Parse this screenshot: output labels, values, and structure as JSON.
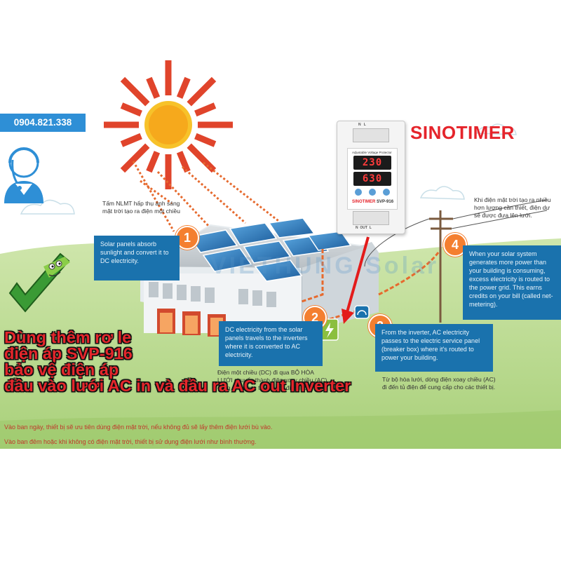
{
  "contact": {
    "phone": "0904.821.338"
  },
  "brand": {
    "name": "SINOTIMER"
  },
  "device": {
    "title": "Adjustable Voltage Protector",
    "brand_label": "SINOTIMER",
    "model": "SVP-916",
    "display_top": "230",
    "display_bottom": "630",
    "label_in": "N   L",
    "label_out": "N  OUT  L"
  },
  "watermark": "VIETHUNG Solar",
  "sun_caption": "Tấm NLMT hấp thụ ánh sáng mặt trời tạo ra điện một chiều",
  "steps": [
    {
      "number": "1",
      "text": "Solar panels absorb sunlight and convert it to DC electricity."
    },
    {
      "number": "2",
      "text": "DC electricity from the solar panels travels to the inverters where it is converted to AC electricity."
    },
    {
      "number": "3",
      "text": "From the inverter, AC electricity passes to the electric service panel (breaker box) where it's routed to power your building."
    },
    {
      "number": "4",
      "text": "When your solar system generates more power than your building is consuming, excess electricity is routed to the power grid. This earns credits on your bill (called net-metering)."
    }
  ],
  "captions": {
    "step2_vi": "Điện một chiều (DC) đi qua BỘ HÒA LƯỚI chuyển thành điện xoay chiều (AC) cùng pha cùng tần số với điện lưới",
    "step3_vi": "Từ bộ hòa lưới, dòng điện xoay chiều (AC) đi đến tủ điện để cung cấp cho các thiết bị.",
    "step4_vi": "Khi điện mặt trời tạo ra nhiều hơn lượng cần thiết, điện dư sẽ được đưa lên lưới."
  },
  "headline": [
    "Dùng thêm rơ le",
    "điện áp SVP-916",
    "bảo vệ điện áp",
    "đầu vào lưới AC in và đầu ra AC out Inverter"
  ],
  "footer": {
    "day": "Vào ban ngày, thiết bị sẽ ưu tiên dùng điện mặt trời, nếu không đủ sẽ lấy thêm điện lưới bù vào.",
    "night": "Vào ban đêm hoặc khi không có điện mặt trời, thiết bị sử dụng điện lưới như bình thường."
  },
  "colors": {
    "accent_red": "#e5242b",
    "info_blue": "#1a72ad",
    "step_orange": "#f47f30",
    "phone_blue": "#2e8fd6",
    "grass": "#bedd9a"
  },
  "icons": [
    "headset-user-icon",
    "checkmark-mascot-icon",
    "sun-icon",
    "lightning-icon",
    "meter-icon",
    "power-pole-icon"
  ]
}
